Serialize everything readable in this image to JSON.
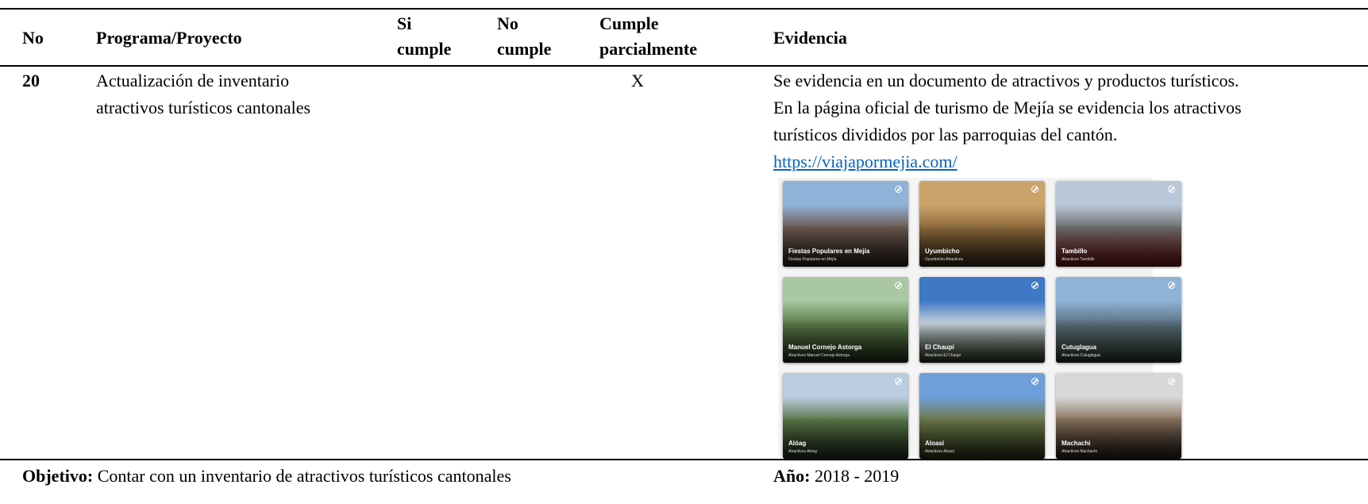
{
  "header": {
    "no": "No",
    "program": "Programa/Proyecto",
    "si_cumple_1": "Si",
    "si_cumple_2": "cumple",
    "no_cumple_1": "No",
    "no_cumple_2": "cumple",
    "parcial_1": "Cumple",
    "parcial_2": "parcialmente",
    "evidencia": "Evidencia"
  },
  "row": {
    "no": "20",
    "program_line1": "Actualización de inventario",
    "program_line2": "atractivos turísticos cantonales",
    "parcial_mark": "X",
    "evidence_line1": "Se evidencia en un documento de atractivos y productos turísticos.",
    "evidence_line2": "En la página oficial de turismo de Mejía se evidencia los atractivos",
    "evidence_line3": "turísticos divididos por las parroquias del cantón.",
    "evidence_link": "https://viajapormejia.com/"
  },
  "gallery": [
    {
      "title": "Fiestas Populares en Mejía",
      "subtitle": "Fiestas Populares en Mejía",
      "colors": [
        "#8fb2d8",
        "#6d5a50",
        "#3a2c28"
      ]
    },
    {
      "title": "Uyumbicho",
      "subtitle": "Uyumbicho Atractivos",
      "colors": [
        "#c9a36a",
        "#8e6a3b",
        "#4a3a22"
      ]
    },
    {
      "title": "Tambillo",
      "subtitle": "Atractivos Tambillo",
      "colors": [
        "#b8c8d8",
        "#6e6e6e",
        "#8a1d1d"
      ]
    },
    {
      "title": "Manuel Cornejo Astorga",
      "subtitle": "Atractivos Manuel Cornejo Astorga",
      "colors": [
        "#a9c7a0",
        "#5a7a48",
        "#2d3d24"
      ]
    },
    {
      "title": "El Chaupi",
      "subtitle": "Atractivos El Chaupi",
      "colors": [
        "#3f78c4",
        "#c9d4de",
        "#3c4a2e"
      ]
    },
    {
      "title": "Cutuglagua",
      "subtitle": "Atractivos Cutuglagua",
      "colors": [
        "#8fb3d6",
        "#5a6e7e",
        "#3a4c3a"
      ]
    },
    {
      "title": "Alóag",
      "subtitle": "Atractivos Alóag",
      "colors": [
        "#b9cce0",
        "#5a7a4a",
        "#2e3e26"
      ]
    },
    {
      "title": "Aloasí",
      "subtitle": "Atractivos Aloasí",
      "colors": [
        "#6f9fd8",
        "#6f7a4a",
        "#3e4a26"
      ]
    },
    {
      "title": "Machachi",
      "subtitle": "Atractivos Machachi",
      "colors": [
        "#d8d8d8",
        "#8a7460",
        "#3a2e26"
      ]
    }
  ],
  "footer": {
    "objetivo_label": "Objetivo:",
    "objetivo_text": "Contar con un inventario de atractivos turísticos cantonales",
    "anio_label": "Año:",
    "anio_text": "2018 - 2019"
  }
}
